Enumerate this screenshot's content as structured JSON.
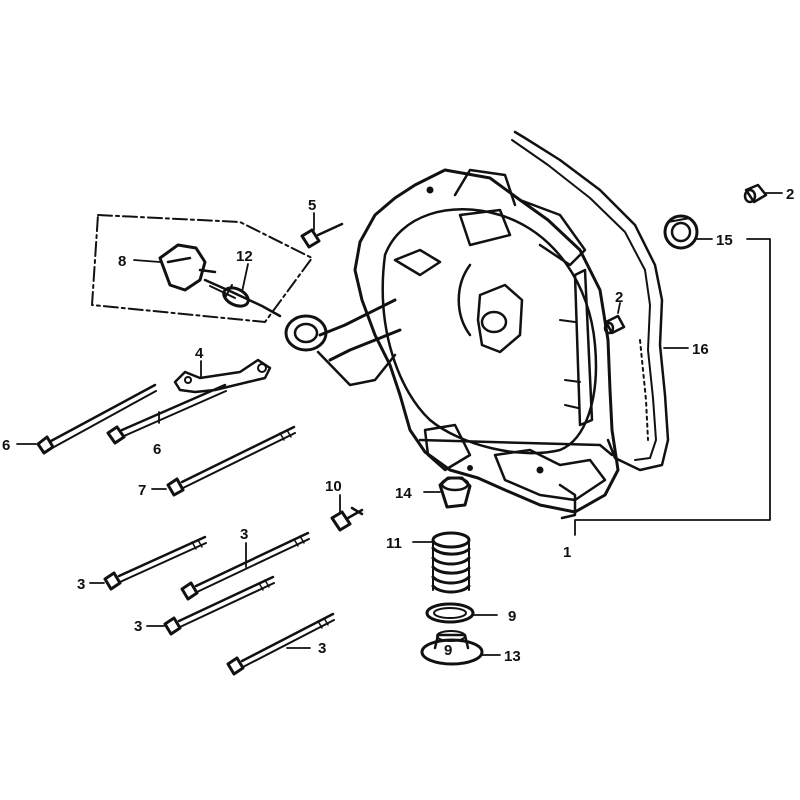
{
  "diagram": {
    "callouts": [
      {
        "id": "c1",
        "text": "1"
      },
      {
        "id": "c2a",
        "text": "2"
      },
      {
        "id": "c2b",
        "text": "2"
      },
      {
        "id": "c3a",
        "text": "3"
      },
      {
        "id": "c3b",
        "text": "3"
      },
      {
        "id": "c3c",
        "text": "3"
      },
      {
        "id": "c3d",
        "text": "3"
      },
      {
        "id": "c4",
        "text": "4"
      },
      {
        "id": "c5",
        "text": "5"
      },
      {
        "id": "c6a",
        "text": "6"
      },
      {
        "id": "c6b",
        "text": "6"
      },
      {
        "id": "c7",
        "text": "7"
      },
      {
        "id": "c8",
        "text": "8"
      },
      {
        "id": "c9a",
        "text": "9"
      },
      {
        "id": "c9b",
        "text": "9"
      },
      {
        "id": "c10",
        "text": "10"
      },
      {
        "id": "c11",
        "text": "11"
      },
      {
        "id": "c12",
        "text": "12"
      },
      {
        "id": "c13",
        "text": "13"
      },
      {
        "id": "c14",
        "text": "14"
      },
      {
        "id": "c15",
        "text": "15"
      },
      {
        "id": "c16",
        "text": "16"
      }
    ]
  }
}
